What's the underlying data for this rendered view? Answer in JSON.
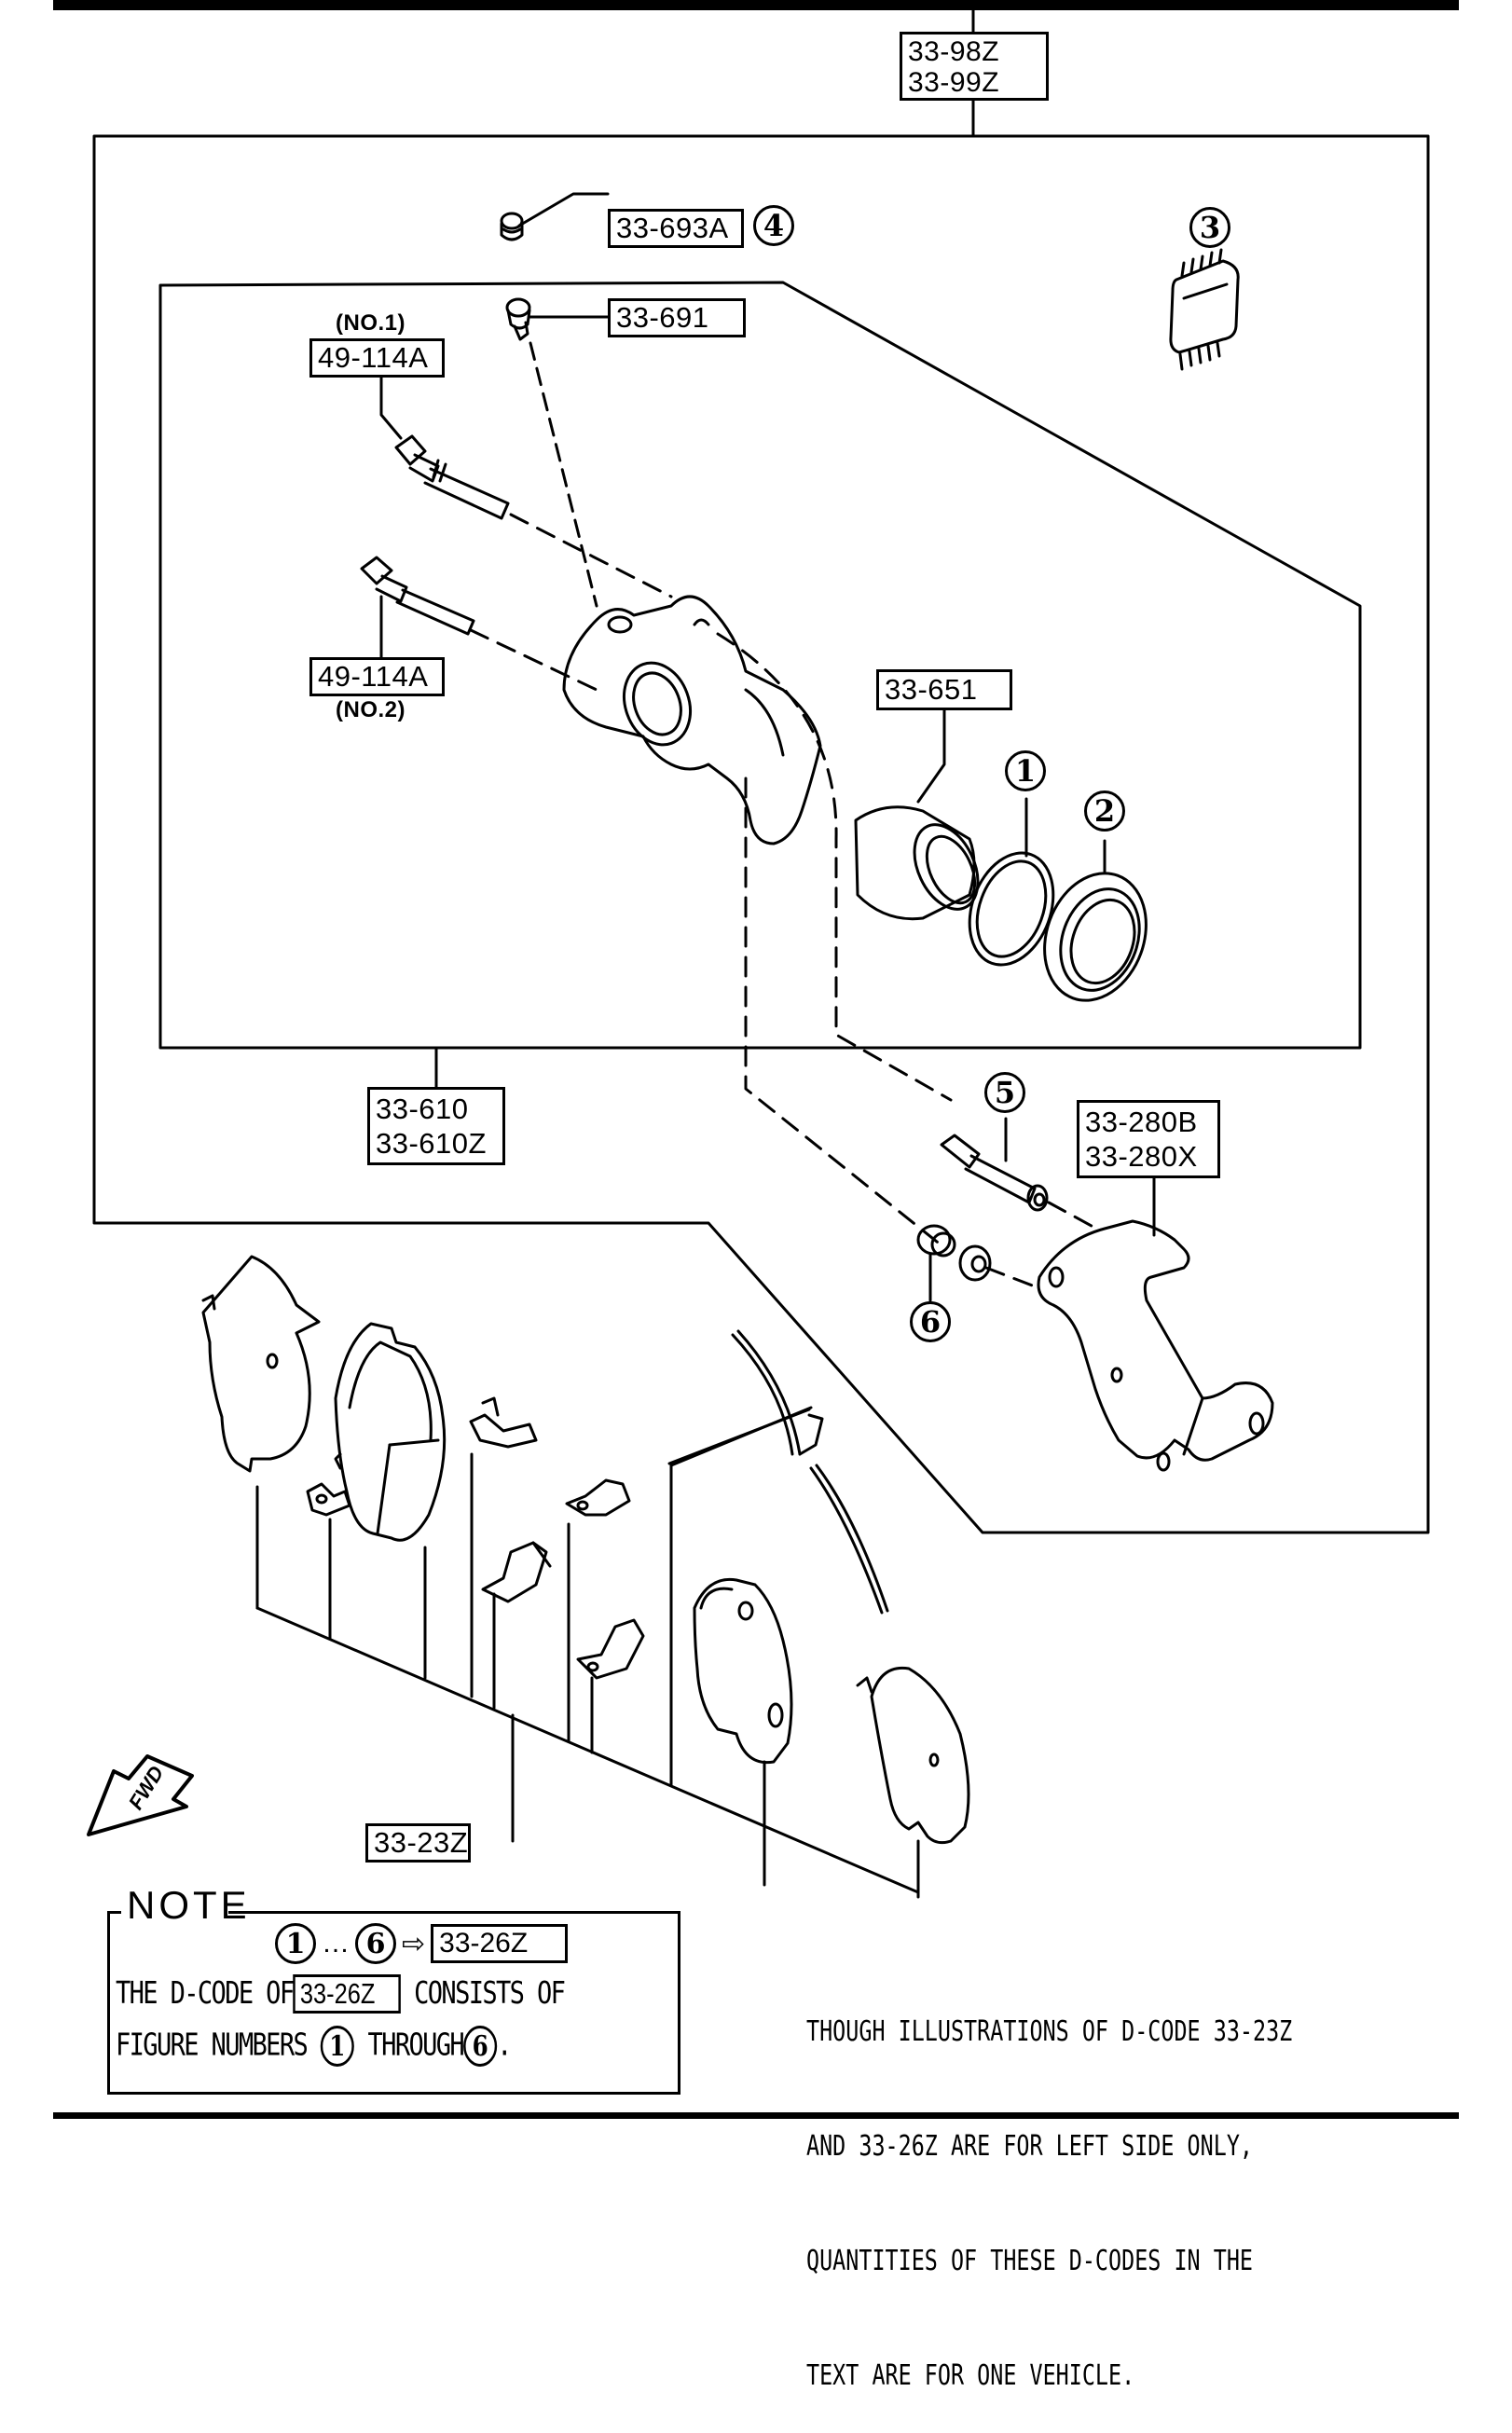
{
  "diagram": {
    "title_codes": [
      "33-98Z",
      "33-99Z"
    ],
    "labels": {
      "plug": {
        "code": "33-693A",
        "ref": "4"
      },
      "bleeder": {
        "code": "33-691"
      },
      "pin_no1": {
        "code": "49-114A",
        "note": "(NO.1)"
      },
      "pin_no2": {
        "code": "49-114A",
        "note": "(NO.2)"
      },
      "piston": {
        "code": "33-651"
      },
      "caliper": {
        "codes": [
          "33-610",
          "33-610Z"
        ]
      },
      "bracket": {
        "codes": [
          "33-280B",
          "33-280X"
        ]
      },
      "pads": {
        "code": "33-23Z"
      },
      "grease_ref": "3",
      "seal_ref": "1",
      "boot_ref": "2",
      "guide_pin_ref": "5",
      "bushing_ref": "6"
    },
    "fwd_label": "FWD"
  },
  "note": {
    "title": "NOTE",
    "range_start": "1",
    "range_dots": "…",
    "range_end": "6",
    "arrow": "⇨",
    "range_code": "33-26Z",
    "line2_prefix": "THE D-CODE OF",
    "line2_code": "33-26Z",
    "line2_suffix": "CONSISTS OF",
    "line3_prefix": "FIGURE NUMBERS",
    "line3_from": "1",
    "line3_mid": "THROUGH",
    "line3_to": "6",
    "line3_end": "."
  },
  "side_note": {
    "lines": [
      "THOUGH ILLUSTRATIONS OF D-CODE 33-23Z",
      "AND 33-26Z ARE FOR LEFT SIDE ONLY,",
      "QUANTITIES OF THESE D-CODES IN THE",
      "TEXT ARE FOR ONE VEHICLE."
    ]
  }
}
